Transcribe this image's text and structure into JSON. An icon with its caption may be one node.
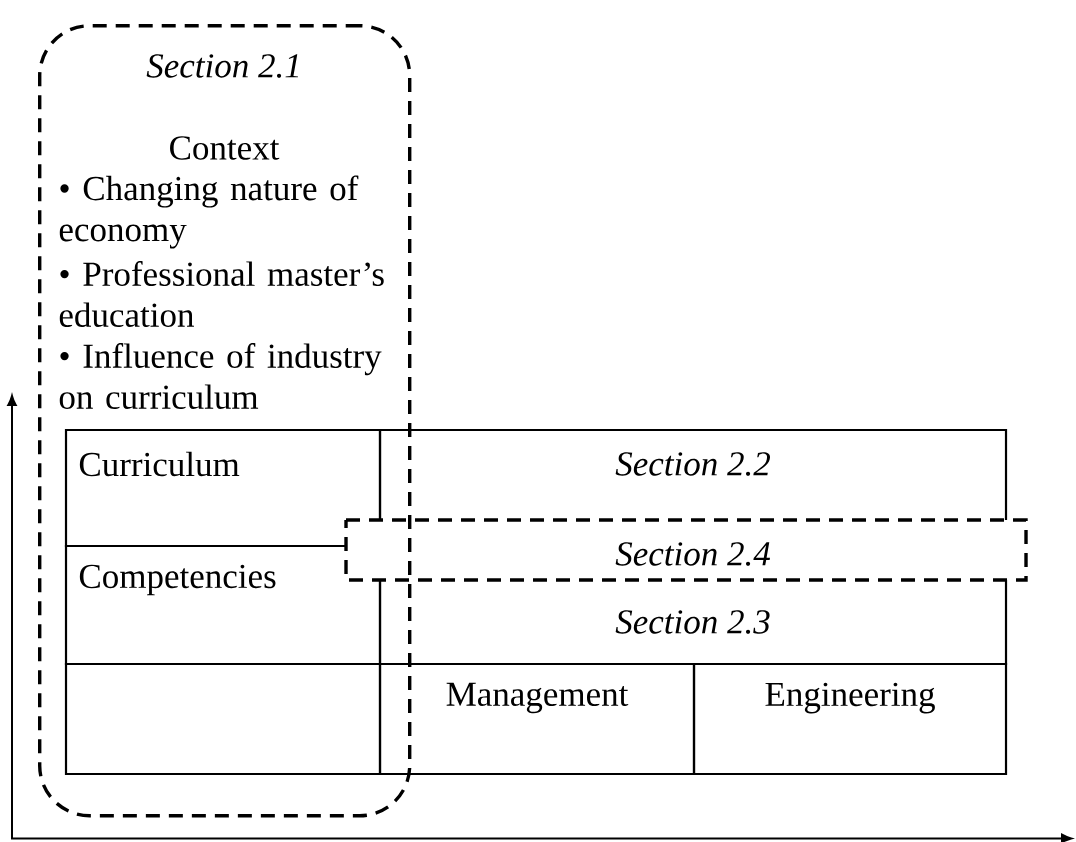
{
  "diagram": {
    "nodes": [
      {
        "text": [
          "Section 2.1",
          "Context",
          "• Changing nature of economy",
          "• Professional master’s education",
          "• Influence of industry on curriculum"
        ]
      },
      {
        "text": [
          "Curriculum"
        ],
        "in": 0
      },
      {
        "text": [
          "Section 2.2"
        ]
      },
      {
        "text": [
          "Section 2.4"
        ]
      },
      {
        "text": [
          "Competencies"
        ],
        "in": 0
      },
      {
        "text": [
          "Section 2.3"
        ]
      },
      {
        "text": [],
        "shape": "box",
        "in": 0
      },
      {
        "text": [
          "Management"
        ]
      },
      {
        "text": [
          "Engineering"
        ]
      }
    ]
  }
}
